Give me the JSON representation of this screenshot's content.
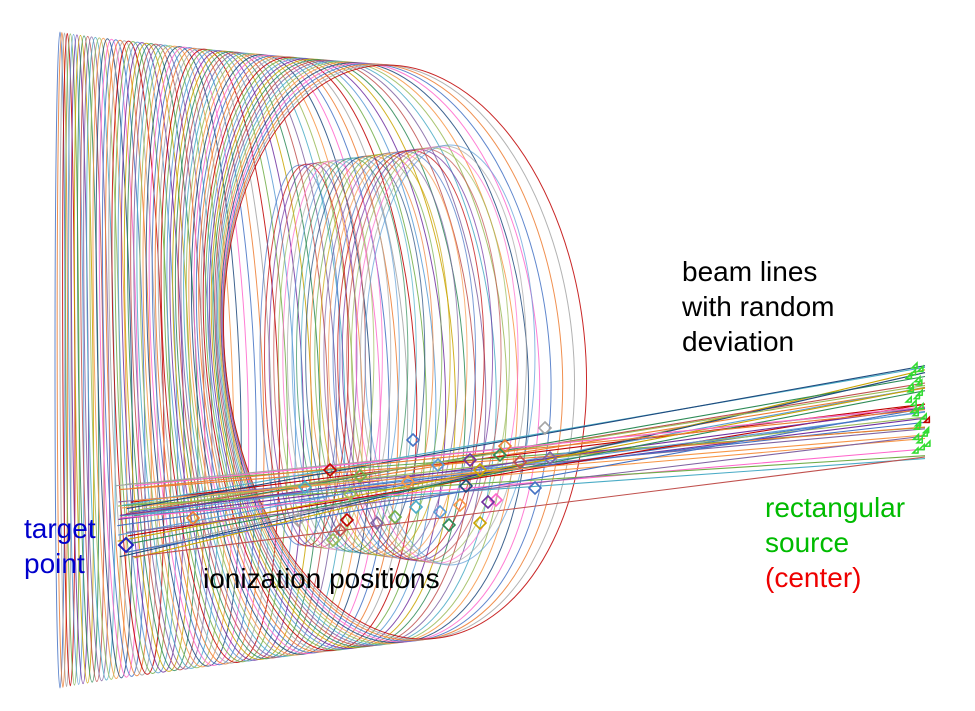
{
  "labels": {
    "beam_lines": [
      "beam lines",
      "with random",
      "deviation"
    ],
    "target": [
      "target",
      "point"
    ],
    "ionization": "ionization positions",
    "source": [
      "rectangular",
      "source"
    ],
    "source_center": "(center)"
  },
  "colors": {
    "beam_text": "#000000",
    "target_text": "#0000cc",
    "source_text": "#00bb00",
    "center_text": "#ee0000",
    "palette": [
      "#4472c4",
      "#ed7d31",
      "#a5a5a5",
      "#c00000",
      "#70ad47",
      "#5b9bd5",
      "#7030a0",
      "#c9a400",
      "#2e8b57",
      "#c0504d",
      "#8064a2",
      "#4bacc6",
      "#9bbb59",
      "#f79646",
      "#1f497d",
      "#ff66cc"
    ]
  }
}
